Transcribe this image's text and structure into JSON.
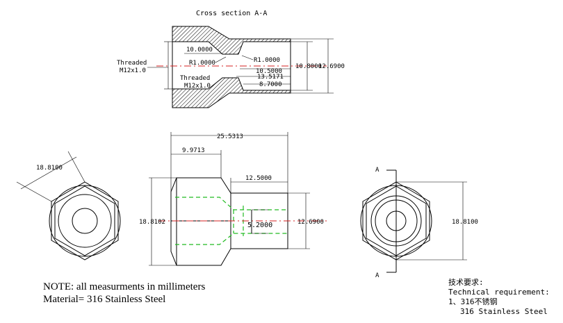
{
  "section_title": "Cross section A-A",
  "section_dims": {
    "threaded_left_1": "Threaded",
    "threaded_left_2": "M12x1.0",
    "threaded_inner_1": "Threaded",
    "threaded_inner_2": "M12x1.0",
    "depth": "10.0000",
    "radius_left": "R1.0000",
    "radius_right": "R1.0000",
    "len_a": "10.5000",
    "len_b": "13.5171",
    "bore": "8.7000",
    "dia_inner": "10.8000",
    "dia_outer": "12.6900"
  },
  "side_dims": {
    "overall": "25.5313",
    "hex_len": "9.9713",
    "tube_len": "12.5000",
    "hex_flats": "18.8102",
    "tube_dia": "12.6900",
    "bore_dia": "5.2000"
  },
  "left_view": {
    "across_corners": "18.8100"
  },
  "right_view": {
    "section_mark_top": "A",
    "section_mark_bottom": "A",
    "height_dim": "18.8100"
  },
  "notes": {
    "line1": "NOTE: all measurments in millimeters",
    "line2": "Material= 316 Stainless Steel"
  },
  "tech": {
    "heading": "技术要求:",
    "line1": "Technical requirement:",
    "line2": "1、316不锈钢",
    "line3": "316 Stainless Steel"
  },
  "colors": {
    "centerline": "#d62020",
    "hidden_lines": "#22bb22"
  }
}
